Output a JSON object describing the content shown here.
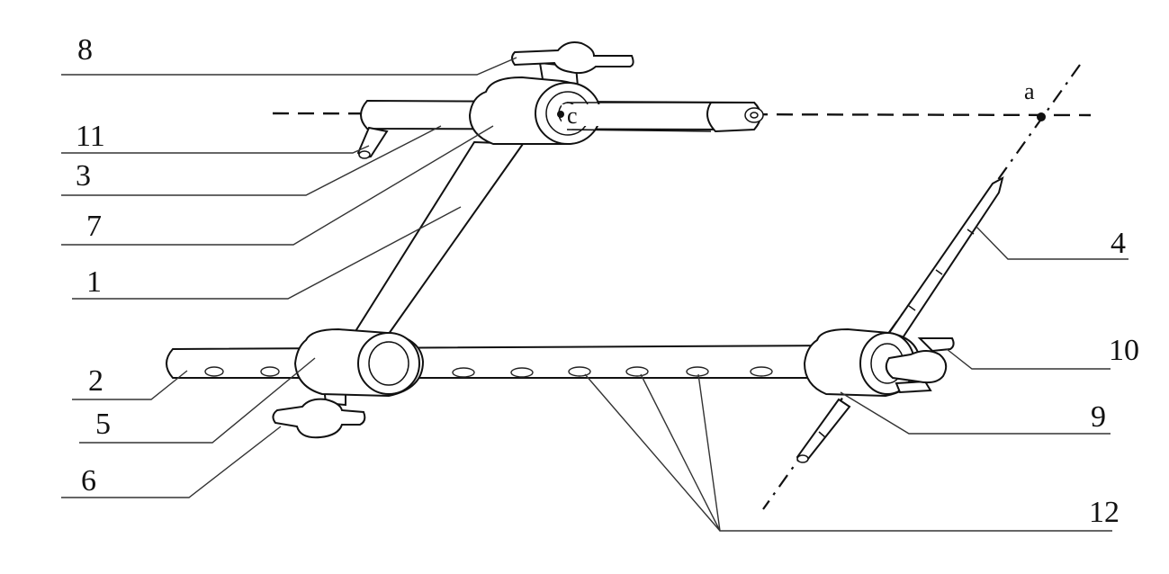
{
  "labels": {
    "l8": "8",
    "l11": "11",
    "l3": "3",
    "l7": "7",
    "l1": "1",
    "l2": "2",
    "l5": "5",
    "l6": "6",
    "l4": "4",
    "l10": "10",
    "l9": "9",
    "l12": "12"
  },
  "points": {
    "a": "a",
    "c": "c"
  }
}
